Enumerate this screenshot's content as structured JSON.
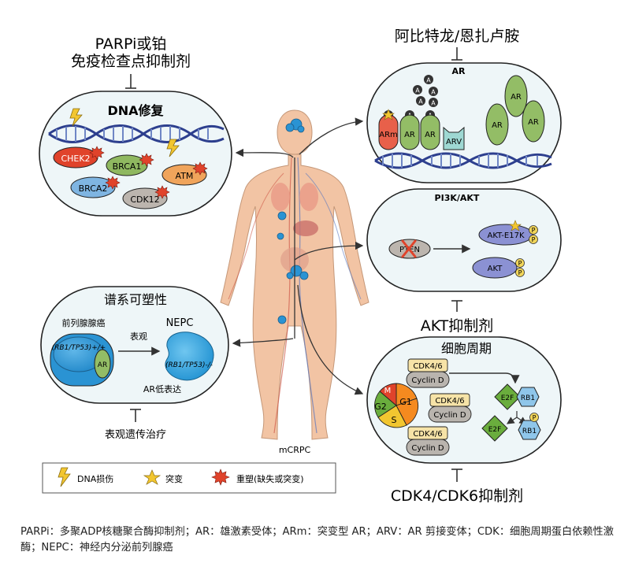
{
  "therapies": {
    "parpi": "PARPi或铂",
    "checkpoint": "免疫检查点抑制剂",
    "abiraterone": "阿比特龙/恩扎卢胺",
    "akt": "AKT抑制剂",
    "cdk46": "CDK4/CDK6抑制剂",
    "epigenetic": "表观遗传治疗"
  },
  "dna_panel": {
    "title": "DNA修复",
    "proteins": [
      "CHEK2",
      "BRCA1",
      "ATM",
      "BRCA2",
      "CDK12"
    ]
  },
  "ar_panel": {
    "title": "AR",
    "ligand": "A",
    "receptors": [
      "ARm",
      "AR",
      "AR",
      "ARV",
      "AR",
      "AR",
      "AR"
    ]
  },
  "pi3k_panel": {
    "title": "PI3K/AKT",
    "pten": "PTEN",
    "akt_mut": "AKT-E17K",
    "akt": "AKT",
    "phospho": "P"
  },
  "cycle_panel": {
    "title": "细胞周期",
    "cdk": "CDK4/6",
    "cyclin": "Cyclin D",
    "phases": [
      "M",
      "G1",
      "S",
      "G2"
    ],
    "e2f": "E2F",
    "rb1": "RB1",
    "phospho": "P"
  },
  "lineage_panel": {
    "title": "谱系可塑性",
    "left_label": "前列腺腺癌",
    "right_label": "NEPC",
    "genotype_left": "(RB1/TP53)+/+",
    "genotype_right": "(RB1/TP53)-/-",
    "ar": "AR",
    "arrow_label": "表观",
    "low_ar": "AR低表达"
  },
  "body": {
    "label": "mCRPC"
  },
  "legend": {
    "items": [
      "DNA损伤",
      "突变",
      "重塑(缺失或突变)"
    ]
  },
  "caption": "PARPi：多聚ADP核糖聚合酶抑制剂；AR：雄激素受体；ARm：突变型 AR；ARV：AR 剪接变体；CDK：细胞周期蛋白依赖性激酶；NEPC：神经内分泌前列腺癌",
  "colors": {
    "panel_fill": "#eef6f8",
    "chek2": "#e0432b",
    "brca1": "#8fb860",
    "atm": "#f0a45b",
    "brca2": "#7fb5e2",
    "cdk12": "#bcb5ae",
    "ar_green": "#93bd66",
    "arm": "#e8604a",
    "arv": "#9ed8d3",
    "akt": "#8b91d3",
    "phospho": "#f2d65a",
    "cdk_box": "#f6e3a7",
    "cyclin": "#b9b4ae",
    "e2f": "#6aad3d",
    "rb1": "#8fc6ea",
    "nepc": "#2a9fd8",
    "body": "#f2c4a4"
  }
}
